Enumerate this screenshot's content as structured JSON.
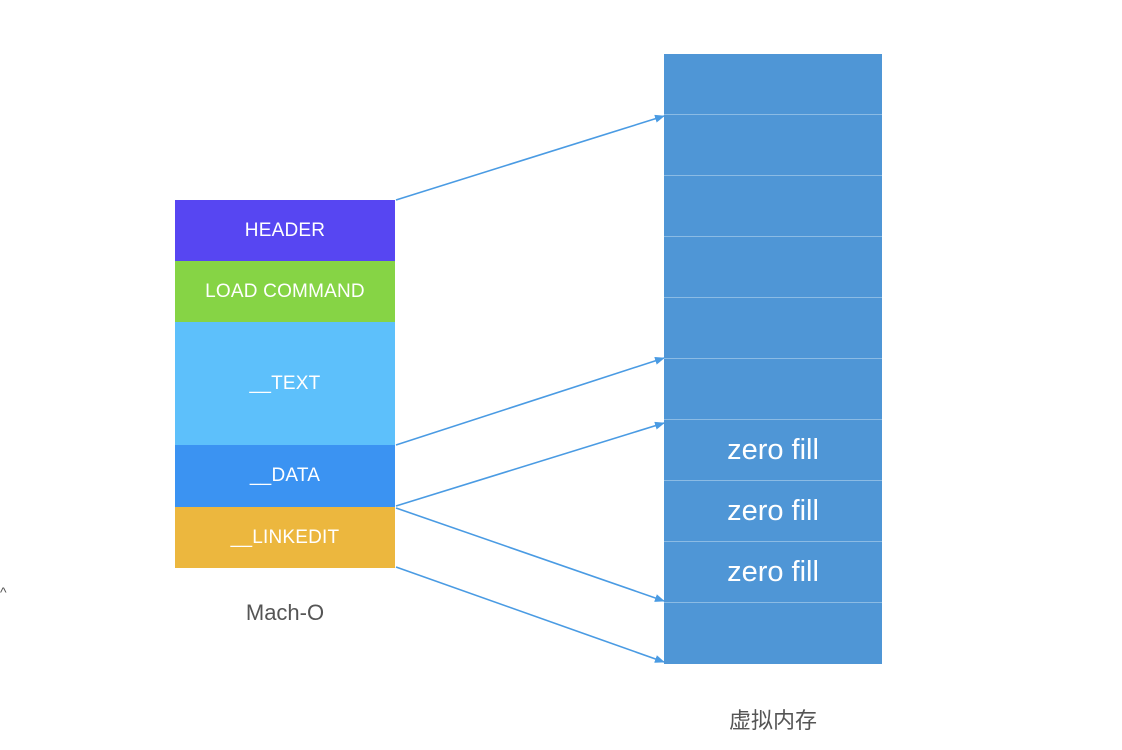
{
  "macho": {
    "caption": "Mach-O",
    "segments": [
      {
        "label": "HEADER",
        "color": "#5746f2"
      },
      {
        "label": "LOAD COMMAND",
        "color": "#86d445"
      },
      {
        "label": "__TEXT",
        "color": "#5dc0fb"
      },
      {
        "label": "__DATA",
        "color": "#3b93f2"
      },
      {
        "label": "__LINKEDIT",
        "color": "#ecb73e"
      }
    ]
  },
  "virtual_memory": {
    "caption": "虚拟内存",
    "color": "#4f96d6",
    "pages": [
      {
        "label": ""
      },
      {
        "label": ""
      },
      {
        "label": ""
      },
      {
        "label": ""
      },
      {
        "label": ""
      },
      {
        "label": ""
      },
      {
        "label": "zero fill"
      },
      {
        "label": "zero fill"
      },
      {
        "label": "zero fill"
      },
      {
        "label": ""
      }
    ]
  },
  "arrow_color": "#4a9be3",
  "edge_mark": "^"
}
